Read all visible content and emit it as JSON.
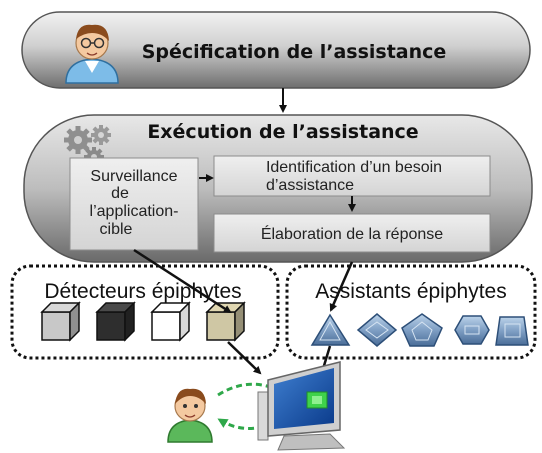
{
  "spec_title": "Spécification de l’assistance",
  "exec_title": "Exécution de l’assistance",
  "surveillance": [
    "Surveillance",
    "de",
    "l’application-",
    "cible"
  ],
  "identification": [
    "Identification d’un besoin",
    "d’assistance"
  ],
  "elaboration": "Élaboration de la réponse",
  "detecteurs_label": "Détecteurs épiphytes",
  "assistants_label": "Assistants épiphytes",
  "detector_colors": [
    "#c8c8c8",
    "#2e2e2e",
    "#ffffff",
    "#cfc7a4"
  ],
  "assistant_shapes": [
    "triangle",
    "diamond",
    "pentagon",
    "hexagon",
    "trapezoid"
  ],
  "icons": [
    "user-avatar-icon",
    "gears-icon",
    "computer-monitor-icon",
    "cycle-arrows-icon"
  ]
}
